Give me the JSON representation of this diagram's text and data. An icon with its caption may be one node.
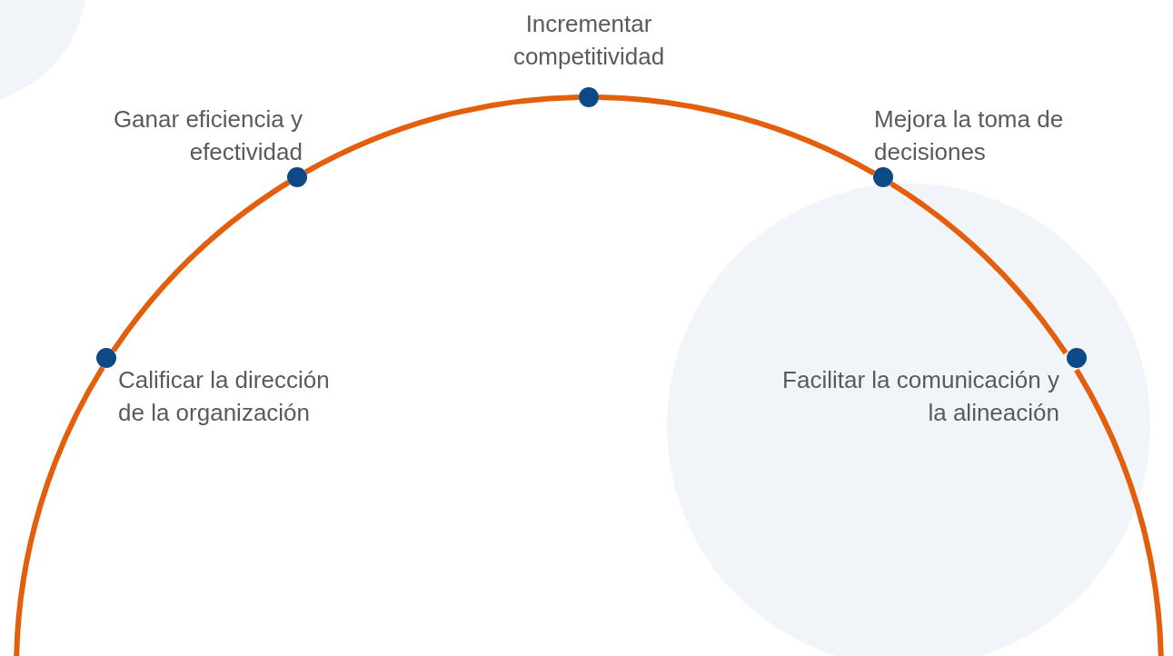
{
  "diagram": {
    "nodes": [
      {
        "text": [],
        "shape": "circle",
        "beside": [
          "Calificar la dirección de la organización"
        ]
      },
      {
        "text": [],
        "shape": "circle",
        "beside": [
          "Ganar eficiencia y efectividad"
        ]
      },
      {
        "text": [],
        "shape": "circle",
        "beside": [
          "Incrementar competitividad"
        ]
      },
      {
        "text": [],
        "shape": "circle",
        "beside": [
          "Mejora la toma de decisiones"
        ]
      },
      {
        "text": [],
        "shape": "circle",
        "beside": [
          "Facilitar la comunicación y la alineación"
        ]
      }
    ],
    "edges": [
      {
        "from": null,
        "to": 0,
        "arrow": "none"
      },
      {
        "from": 0,
        "to": 1,
        "arrow": "none"
      },
      {
        "from": 1,
        "to": 2,
        "arrow": "none"
      },
      {
        "from": 2,
        "to": 3,
        "arrow": "none"
      },
      {
        "from": 3,
        "to": 4,
        "arrow": "none"
      },
      {
        "from": 4,
        "to": null,
        "arrow": "none"
      }
    ]
  }
}
